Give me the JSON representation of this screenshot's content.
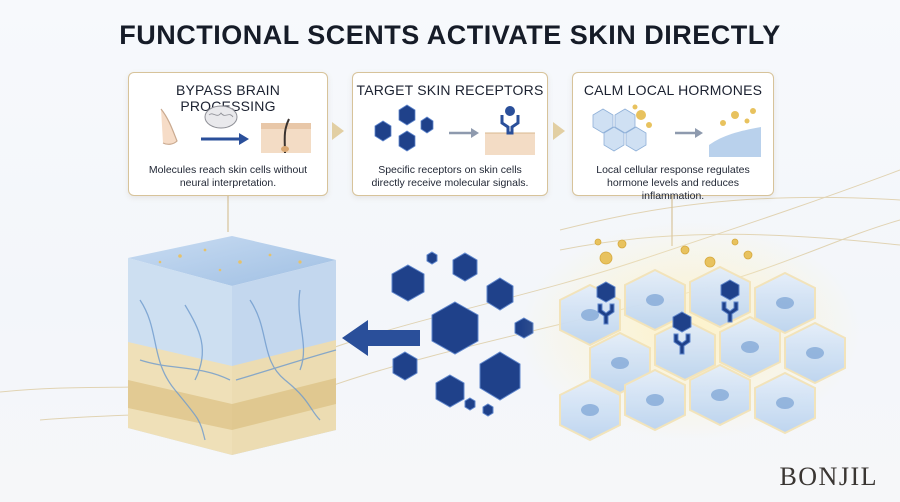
{
  "title": "FUNCTIONAL SCENTS ACTIVATE SKIN DIRECTLY",
  "steps": [
    {
      "title": "BYPASS BRAIN PROCESSING",
      "text": "Molecules reach skin cells without neural interpretation."
    },
    {
      "title": "TARGET SKIN RECEPTORS",
      "text": "Specific receptors on skin cells directly receive molecular signals."
    },
    {
      "title": "CALM LOCAL HORMONES",
      "text": "Local cellular response regulates hormone levels and reduces inflammation."
    }
  ],
  "brand": "BONJIL",
  "colors": {
    "molecule": "#1e3f86",
    "gold": "#d9b25b",
    "skin_blue": "#a9c6e6",
    "card_border": "#d7c39a"
  }
}
